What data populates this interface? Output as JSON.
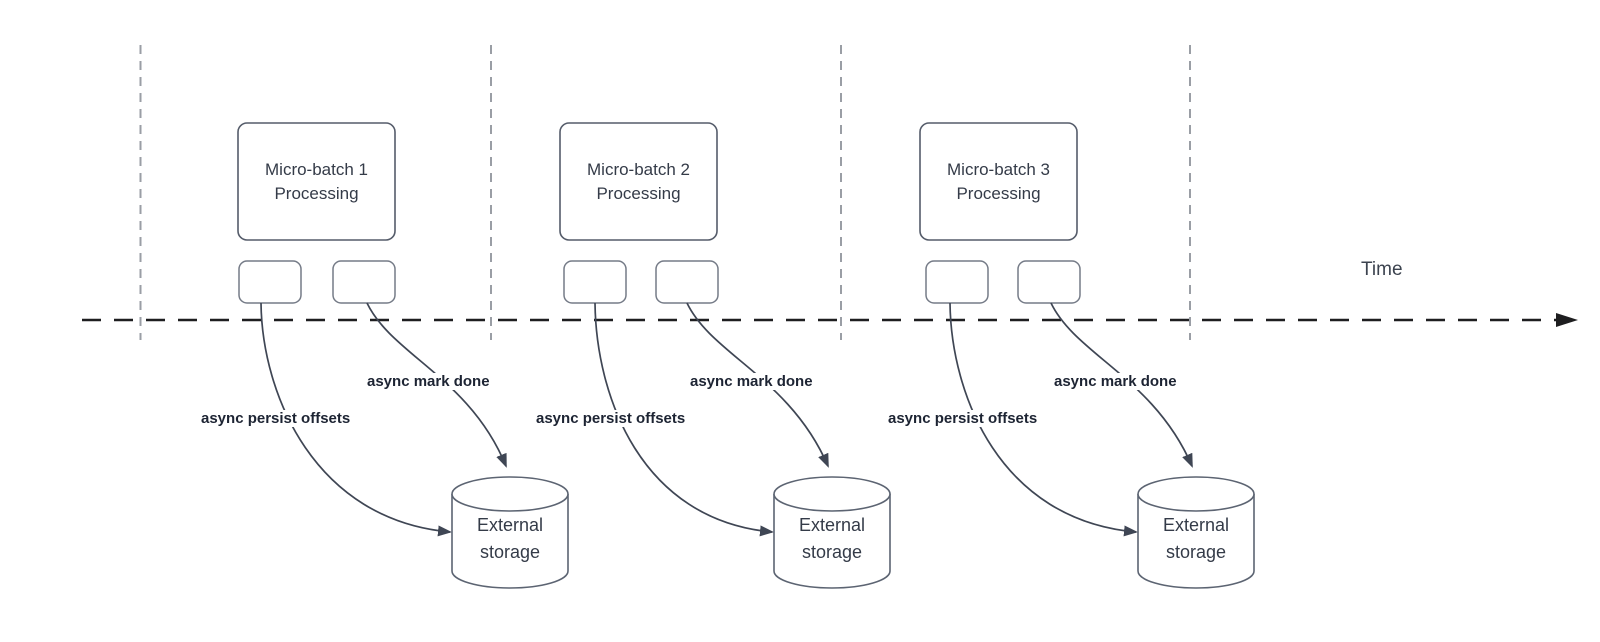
{
  "colors": {
    "background": "#ffffff",
    "timeline_axis": "#1e1e20",
    "interval_marker_lines": "#9a9ea5",
    "processing_box_stroke": "#555c6a",
    "task_box_stroke": "#757b87",
    "cylinder_stroke": "#5c6472",
    "connector_stroke": "#3f4654",
    "text_primary": "#343b48",
    "edge_label_text": "#1d2433"
  },
  "timeline": {
    "axis_label": "Time"
  },
  "groups": [
    {
      "processing_box": {
        "lines": [
          "Micro-batch 1",
          "Processing"
        ]
      },
      "connector_labels": {
        "persist": "async persist offsets",
        "mark_done": "async mark done"
      },
      "storage": {
        "lines": [
          "External",
          "storage"
        ]
      }
    },
    {
      "processing_box": {
        "lines": [
          "Micro-batch 2",
          "Processing"
        ]
      },
      "connector_labels": {
        "persist": "async persist offsets",
        "mark_done": "async mark done"
      },
      "storage": {
        "lines": [
          "External",
          "storage"
        ]
      }
    },
    {
      "processing_box": {
        "lines": [
          "Micro-batch 3",
          "Processing"
        ]
      },
      "connector_labels": {
        "persist": "async persist offsets",
        "mark_done": "async mark done"
      },
      "storage": {
        "lines": [
          "External",
          "storage"
        ]
      }
    }
  ]
}
